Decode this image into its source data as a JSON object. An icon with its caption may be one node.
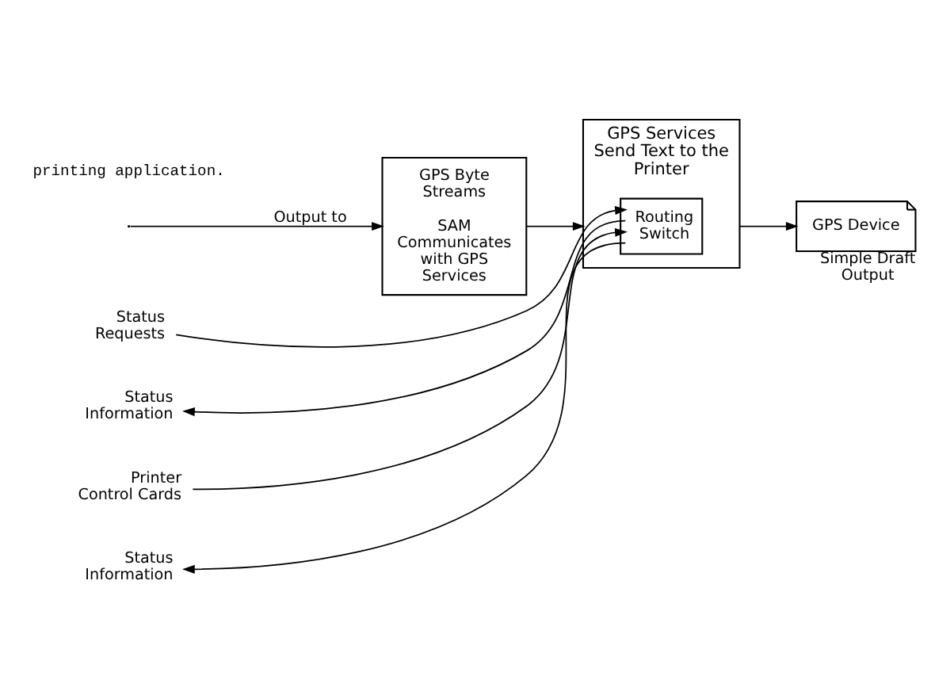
{
  "diagram": {
    "nodes": [
      {
        "text": [
          "GPS Byte Streams",
          "SAM Communicates with GPS Services"
        ]
      },
      {
        "text": [
          "GPS Services Send Text to the Printer"
        ]
      },
      {
        "text": [
          "Routing Switch"
        ],
        "in": 1
      },
      {
        "text": [
          "GPS Device"
        ],
        "beside": [
          "Simple Draft Output"
        ]
      },
      {
        "text": [
          "Status Requests"
        ]
      },
      {
        "text": [
          "Status Information"
        ]
      },
      {
        "text": [
          "Printer Control Cards"
        ]
      },
      {
        "text": [
          "Status Information"
        ]
      }
    ],
    "edges": [
      {
        "from": null,
        "to": 0,
        "arrow": "to",
        "label": "Output to"
      },
      {
        "from": 0,
        "to": 1,
        "arrow": "to"
      },
      {
        "from": 1,
        "to": 3,
        "arrow": "to"
      },
      {
        "from": 4,
        "to": 2,
        "arrow": "to"
      },
      {
        "from": 2,
        "to": 5,
        "arrow": "to"
      },
      {
        "from": 6,
        "to": 2,
        "arrow": "to"
      },
      {
        "from": 2,
        "to": 7,
        "arrow": "to"
      }
    ],
    "labels": [
      "printing application."
    ]
  }
}
